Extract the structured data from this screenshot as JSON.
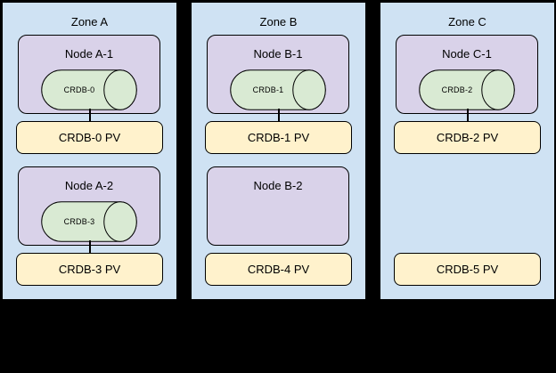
{
  "colors": {
    "canvas_bg": "#000000",
    "zone_fill": "#cfe2f3",
    "node_fill": "#d9d2e9",
    "pod_fill": "#d9ead3",
    "pv_fill": "#fff2cc",
    "border": "#000000",
    "text": "#000000"
  },
  "zones": [
    {
      "label": "Zone A",
      "nodes": [
        {
          "label": "Node A-1",
          "pod": "CRDB-0"
        },
        {
          "label": "Node A-2",
          "pod": "CRDB-3"
        }
      ],
      "pvs": [
        "CRDB-0 PV",
        "CRDB-3 PV"
      ],
      "connections": [
        {
          "from": "CRDB-0",
          "to": "CRDB-0 PV"
        },
        {
          "from": "CRDB-3",
          "to": "CRDB-3 PV"
        }
      ]
    },
    {
      "label": "Zone B",
      "nodes": [
        {
          "label": "Node B-1",
          "pod": "CRDB-1"
        },
        {
          "label": "Node B-2",
          "pod": null
        }
      ],
      "pvs": [
        "CRDB-1 PV",
        "CRDB-4 PV"
      ],
      "connections": [
        {
          "from": "CRDB-1",
          "to": "CRDB-1 PV"
        }
      ]
    },
    {
      "label": "Zone C",
      "nodes": [
        {
          "label": "Node C-1",
          "pod": "CRDB-2"
        }
      ],
      "pvs": [
        "CRDB-2 PV",
        "CRDB-5 PV"
      ],
      "connections": [
        {
          "from": "CRDB-2",
          "to": "CRDB-2 PV"
        }
      ]
    }
  ]
}
